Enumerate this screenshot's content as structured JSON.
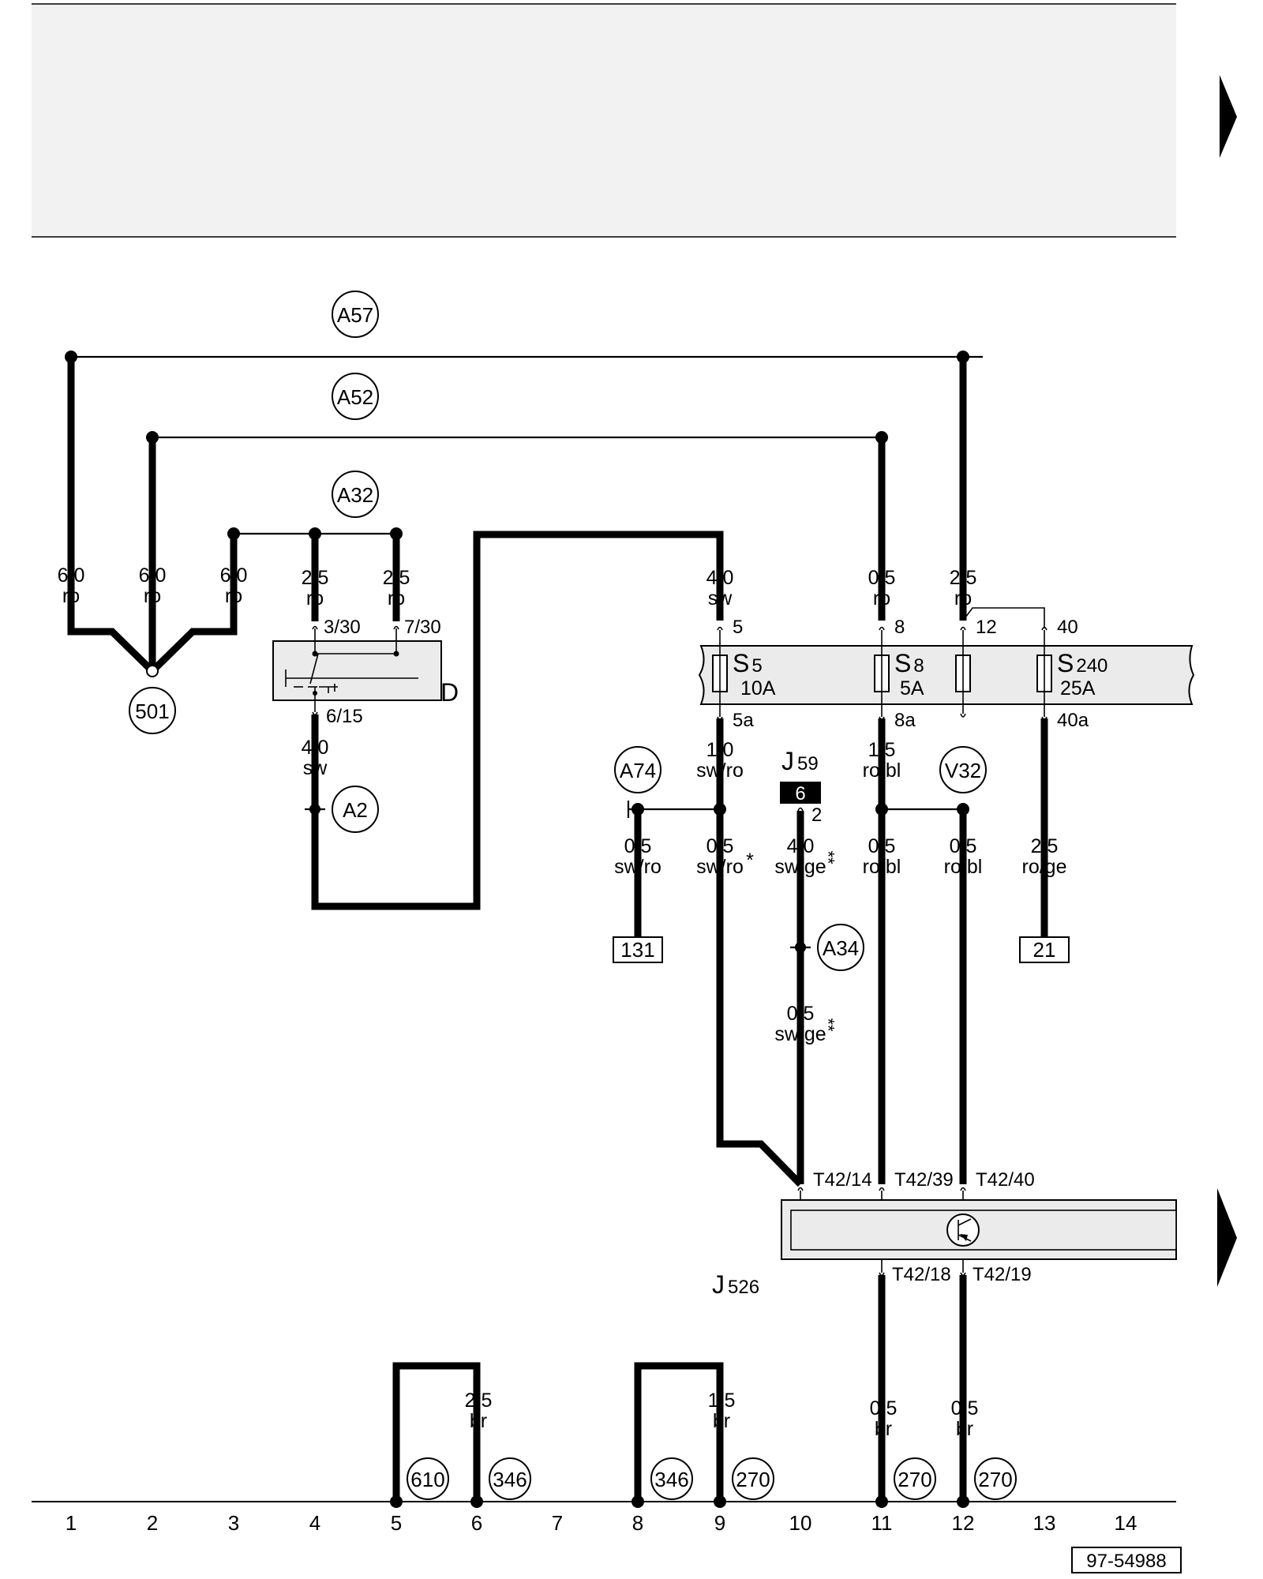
{
  "diagram_id": "97-54988",
  "column_numbers": [
    "1",
    "2",
    "3",
    "4",
    "5",
    "6",
    "7",
    "8",
    "9",
    "10",
    "11",
    "12",
    "13",
    "14"
  ],
  "bus_labels": {
    "a57": "A57",
    "a52": "A52",
    "a32": "A32"
  },
  "wires": {
    "w1": {
      "gauge": "6,0",
      "color": "ro"
    },
    "w2": {
      "gauge": "6,0",
      "color": "ro"
    },
    "w3": {
      "gauge": "6,0",
      "color": "ro"
    },
    "w4": {
      "gauge": "2,5",
      "color": "ro"
    },
    "w5": {
      "gauge": "2,5",
      "color": "ro"
    },
    "w_d_out": {
      "gauge": "4,0",
      "color": "sw"
    },
    "w_s5_in": {
      "gauge": "4,0",
      "color": "sw"
    },
    "w_s8_in": {
      "gauge": "0,5",
      "color": "ro"
    },
    "w_12_in": {
      "gauge": "2,5",
      "color": "ro"
    },
    "w_s5_out": {
      "gauge": "1,0",
      "color": "sw/ro"
    },
    "w_s8_out": {
      "gauge": "1,5",
      "color": "ro/bl"
    },
    "w_131": {
      "gauge": "0,5",
      "color": "sw/ro"
    },
    "w_9b": {
      "gauge": "0,5",
      "color": "sw/ro",
      "note": "*"
    },
    "w_j59": {
      "gauge": "4,0",
      "color": "sw/ge",
      "note": "**"
    },
    "w_11b": {
      "gauge": "0,5",
      "color": "ro/bl"
    },
    "w_12b": {
      "gauge": "0,5",
      "color": "ro/bl"
    },
    "w_s240_out": {
      "gauge": "2,5",
      "color": "ro/ge"
    },
    "w_a34": {
      "gauge": "0,5",
      "color": "sw/ge",
      "note": "**"
    },
    "w_g6": {
      "gauge": "2,5",
      "color": "br"
    },
    "w_g9": {
      "gauge": "1,5",
      "color": "br"
    },
    "w_g11": {
      "gauge": "0,5",
      "color": "br"
    },
    "w_g12": {
      "gauge": "0,5",
      "color": "br"
    }
  },
  "junctions": {
    "j501": "501",
    "a2": "A2",
    "a74": "A74",
    "v32": "V32",
    "a34": "A34",
    "g610": "610",
    "g346a": "346",
    "g346b": "346",
    "g270a": "270",
    "g270b": "270",
    "g270c": "270"
  },
  "references": {
    "r131": "131",
    "r21": "21"
  },
  "ignition_switch": {
    "name": "D",
    "pin_3_30": "3/30",
    "pin_7_30": "7/30",
    "pin_6_15": "6/15"
  },
  "fuse_box": {
    "pin_5": "5",
    "pin_8": "8",
    "pin_12": "12",
    "pin_40": "40",
    "pin_5a": "5a",
    "pin_8a": "8a",
    "pin_40a": "40a",
    "fuses": [
      {
        "letter": "S",
        "number": "5",
        "rating": "10A"
      },
      {
        "letter": "S",
        "number": "8",
        "rating": "5A"
      },
      {
        "letter": "S",
        "number": "240",
        "rating": "25A"
      }
    ]
  },
  "relay_j59": {
    "letter": "J",
    "number": "59",
    "slot": "6",
    "pin": "2"
  },
  "module_j526": {
    "letter": "J",
    "number": "526",
    "pin_t42_14": "T42/14",
    "pin_t42_39": "T42/39",
    "pin_t42_40": "T42/40",
    "pin_t42_18": "T42/18",
    "pin_t42_19": "T42/19"
  }
}
